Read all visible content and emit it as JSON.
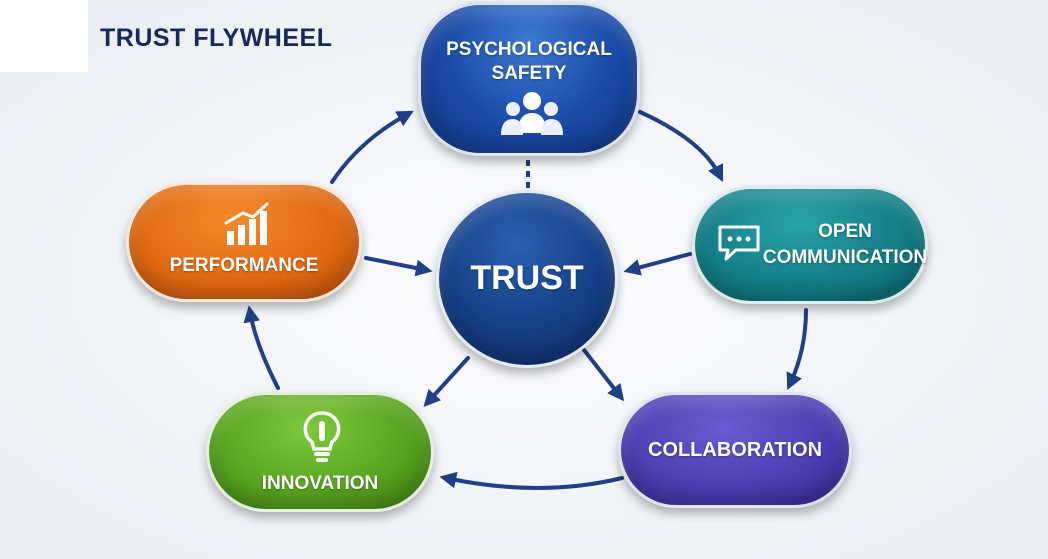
{
  "title": "TRUST FLYWHEEL",
  "center": {
    "label": "TRUST"
  },
  "nodes": {
    "psychological_safety": {
      "label": "PSYCHOLOGICAL SAFETY",
      "icon": "people-group-icon",
      "color": "#1a4aa8"
    },
    "open_communication": {
      "label": "OPEN COMMUNICATION",
      "icon": "chat-bubble-icon",
      "color": "#127d86"
    },
    "collaboration": {
      "label": "COLLABORATION",
      "color": "#4b3cb1"
    },
    "innovation": {
      "label": "INNOVATION",
      "icon": "lightbulb-icon",
      "color": "#55a21e"
    },
    "performance": {
      "label": "PERFORMANCE",
      "icon": "bar-chart-icon",
      "color": "#e06812"
    }
  },
  "arrow_color": "#1f3f86"
}
